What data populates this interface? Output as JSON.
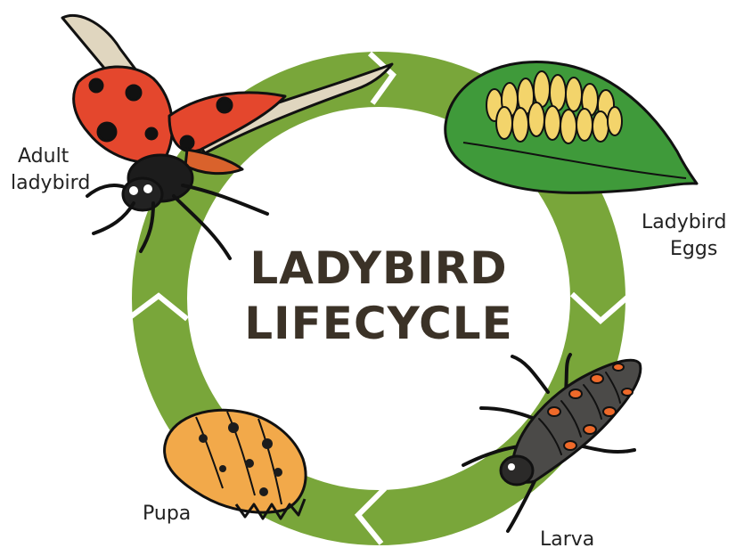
{
  "title": {
    "line1": "LADYBIRD",
    "line2": "LIFECYCLE"
  },
  "stages": [
    {
      "label_lines": [
        "Adult",
        "ladybird"
      ]
    },
    {
      "label_lines": [
        "Ladybird",
        "Eggs"
      ]
    },
    {
      "label_lines": [
        "Larva"
      ]
    },
    {
      "label_lines": [
        "Pupa"
      ]
    }
  ],
  "colors": {
    "ring": "#79a63a",
    "title": "#3b3227",
    "ladybird_red": "#e4472d",
    "leaf": "#3f9a3a",
    "egg": "#f3d46b",
    "larva_body": "#4b4a48",
    "larva_spots": "#ef6a2a",
    "pupa": "#f2a94a"
  }
}
